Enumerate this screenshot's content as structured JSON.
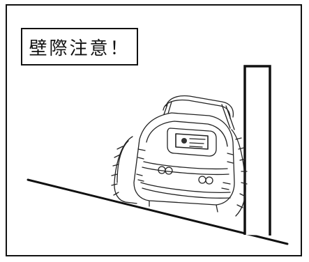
{
  "illustration": {
    "caption": "壁際注意！"
  },
  "icons": {
    "robot_mower": "robot-mower-illustration",
    "wall": "wall-post-illustration"
  },
  "colors": {
    "line": "#111111",
    "background": "#ffffff"
  }
}
